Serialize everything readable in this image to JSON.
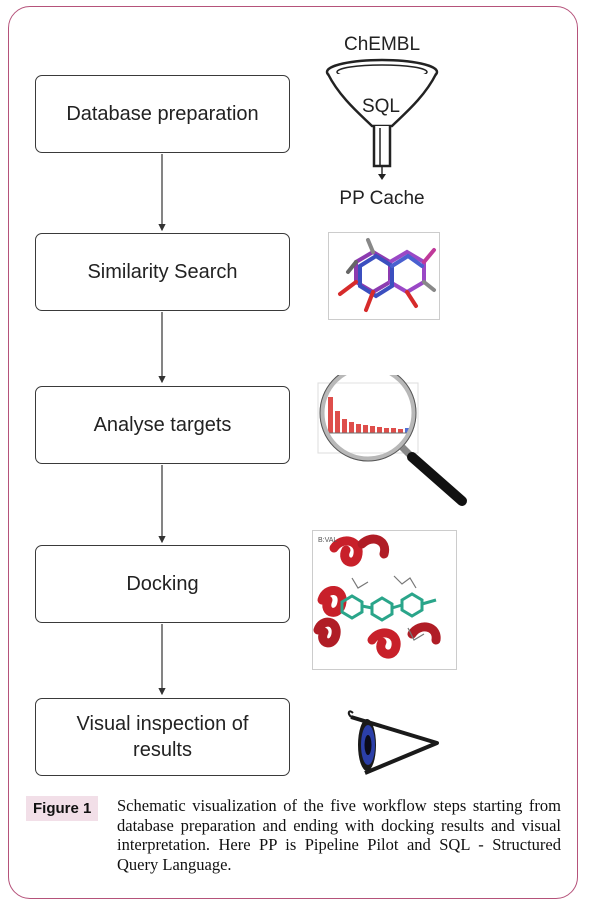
{
  "steps": [
    {
      "label": "Database preparation"
    },
    {
      "label": "Similarity Search"
    },
    {
      "label": "Analyse targets"
    },
    {
      "label": "Docking"
    },
    {
      "label": "Visual inspection of results"
    }
  ],
  "funnel": {
    "top": "ChEMBL",
    "middle": "SQL",
    "bottom": "PP Cache"
  },
  "caption": {
    "label": "Figure 1",
    "text": "Schematic visualization of the five workflow steps starting from database preparation and ending with docking results and visual interpretation. Here PP is Pipeline Pilot and SQL - Structured Query Language."
  },
  "colors": {
    "frame": "#b5527a",
    "label_bg": "#f2dfe8",
    "arrow": "#333333"
  }
}
